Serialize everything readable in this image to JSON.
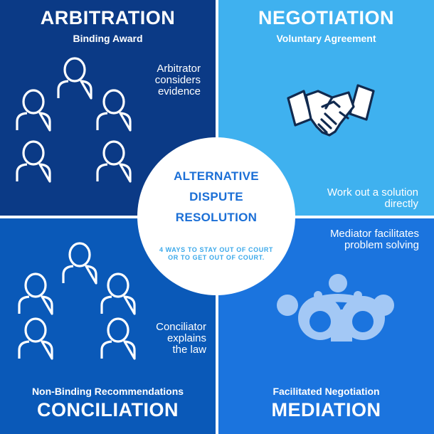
{
  "arbitration": {
    "title": "ARBITRATION",
    "subtitle": "Binding Award",
    "note": "Arbitrator\nconsiders\nevidence",
    "icon": "people-group-icon"
  },
  "negotiation": {
    "title": "NEGOTIATION",
    "subtitle": "Voluntary Agreement",
    "note": "Work out a solution\ndirectly",
    "icon": "handshake-icon"
  },
  "conciliation": {
    "title": "CONCILIATION",
    "subtitle": "Non-Binding Recommendations",
    "note": "Conciliator\nexplains\nthe law",
    "icon": "people-group-icon"
  },
  "mediation": {
    "title": "MEDIATION",
    "subtitle": "Facilitated Negotiation",
    "note": "Mediator facilitates\nproblem solving",
    "icon": "mediation-people-icon"
  },
  "center": {
    "title_lines": [
      "ALTERNATIVE",
      "DISPUTE",
      "RESOLUTION"
    ],
    "tagline_lines": [
      "4 WAYS TO STAY OUT OF COURT",
      "OR TO GET OUT OF COURT."
    ]
  },
  "colors": {
    "arbitration_bg": "#0b3a86",
    "negotiation_bg": "#3fb1ef",
    "conciliation_bg": "#0a59b8",
    "mediation_bg": "#1b74de",
    "center_title": "#1b6fd6",
    "center_tagline": "#3aa8ea"
  }
}
